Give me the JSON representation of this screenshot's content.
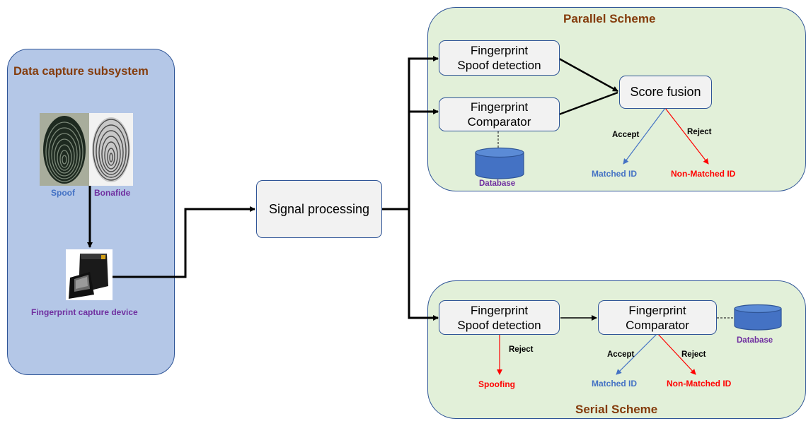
{
  "capture": {
    "title": "Data capture subsystem",
    "spoof_label": "Spoof",
    "bonafide_label": "Bonafide",
    "device_label": "Fingerprint capture device"
  },
  "signal_processing": "Signal processing",
  "parallel": {
    "title": "Parallel Scheme",
    "spoof_detection": "Fingerprint\nSpoof detection",
    "comparator": "Fingerprint\nComparator",
    "score_fusion": "Score fusion",
    "database": "Database",
    "accept": "Accept",
    "reject": "Reject",
    "matched": "Matched ID",
    "non_matched": "Non-Matched ID"
  },
  "serial": {
    "title": "Serial Scheme",
    "spoof_detection": "Fingerprint\nSpoof detection",
    "comparator": "Fingerprint\nComparator",
    "database": "Database",
    "reject_spoof": "Reject",
    "spoofing": "Spoofing",
    "accept": "Accept",
    "reject": "Reject",
    "matched": "Matched ID",
    "non_matched": "Non-Matched ID"
  },
  "colors": {
    "capture_fill": "#b4c7e7",
    "scheme_fill": "#e2f0d9",
    "title_brown": "#843c0c",
    "accept_blue": "#4472c4",
    "reject_red": "#ff0000",
    "label_purple": "#7030a0"
  }
}
